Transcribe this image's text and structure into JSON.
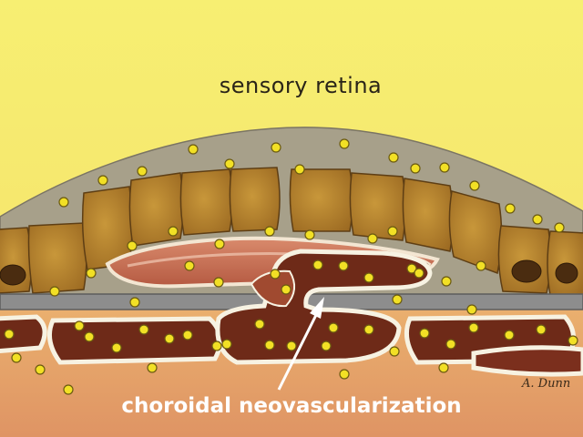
{
  "labels": {
    "top": "sensory retina",
    "bottom": "choroidal neovascularization",
    "signature": "A. Dunn"
  },
  "colors": {
    "background": "#f6ee74",
    "retina_gray": "#a7a08a",
    "rpe_cell": "#b98a2f",
    "bruch_membrane": "#8d8d8d",
    "choroid": "#e6a46b",
    "vessel_lumen": "#6e2a18",
    "vessel_wall": "#f7f2e2",
    "yellow_deposit": "#f2e025"
  },
  "icons": [
    "arrow-icon"
  ]
}
